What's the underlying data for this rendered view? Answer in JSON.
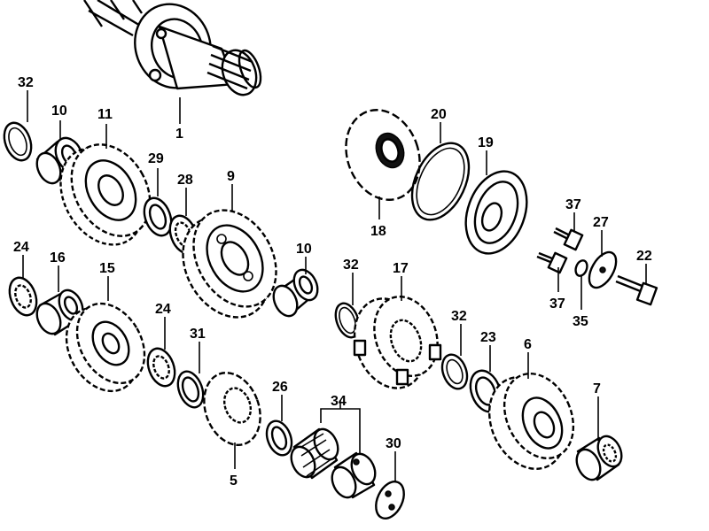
{
  "diagram": {
    "callouts": {
      "c1": "1",
      "c32a": "32",
      "c10a": "10",
      "c11": "11",
      "c29": "29",
      "c28": "28",
      "c9": "9",
      "c20": "20",
      "c19": "19",
      "c18": "18",
      "c37a": "37",
      "c27": "27",
      "c22": "22",
      "c37b": "37",
      "c35": "35",
      "c24a": "24",
      "c16": "16",
      "c15": "15",
      "c10b": "10",
      "c32b": "32",
      "c17": "17",
      "c24b": "24",
      "c31": "31",
      "c32c": "32",
      "c23": "23",
      "c6": "6",
      "c26": "26",
      "c34": "34",
      "c7": "7",
      "c5": "5",
      "c30": "30"
    }
  }
}
